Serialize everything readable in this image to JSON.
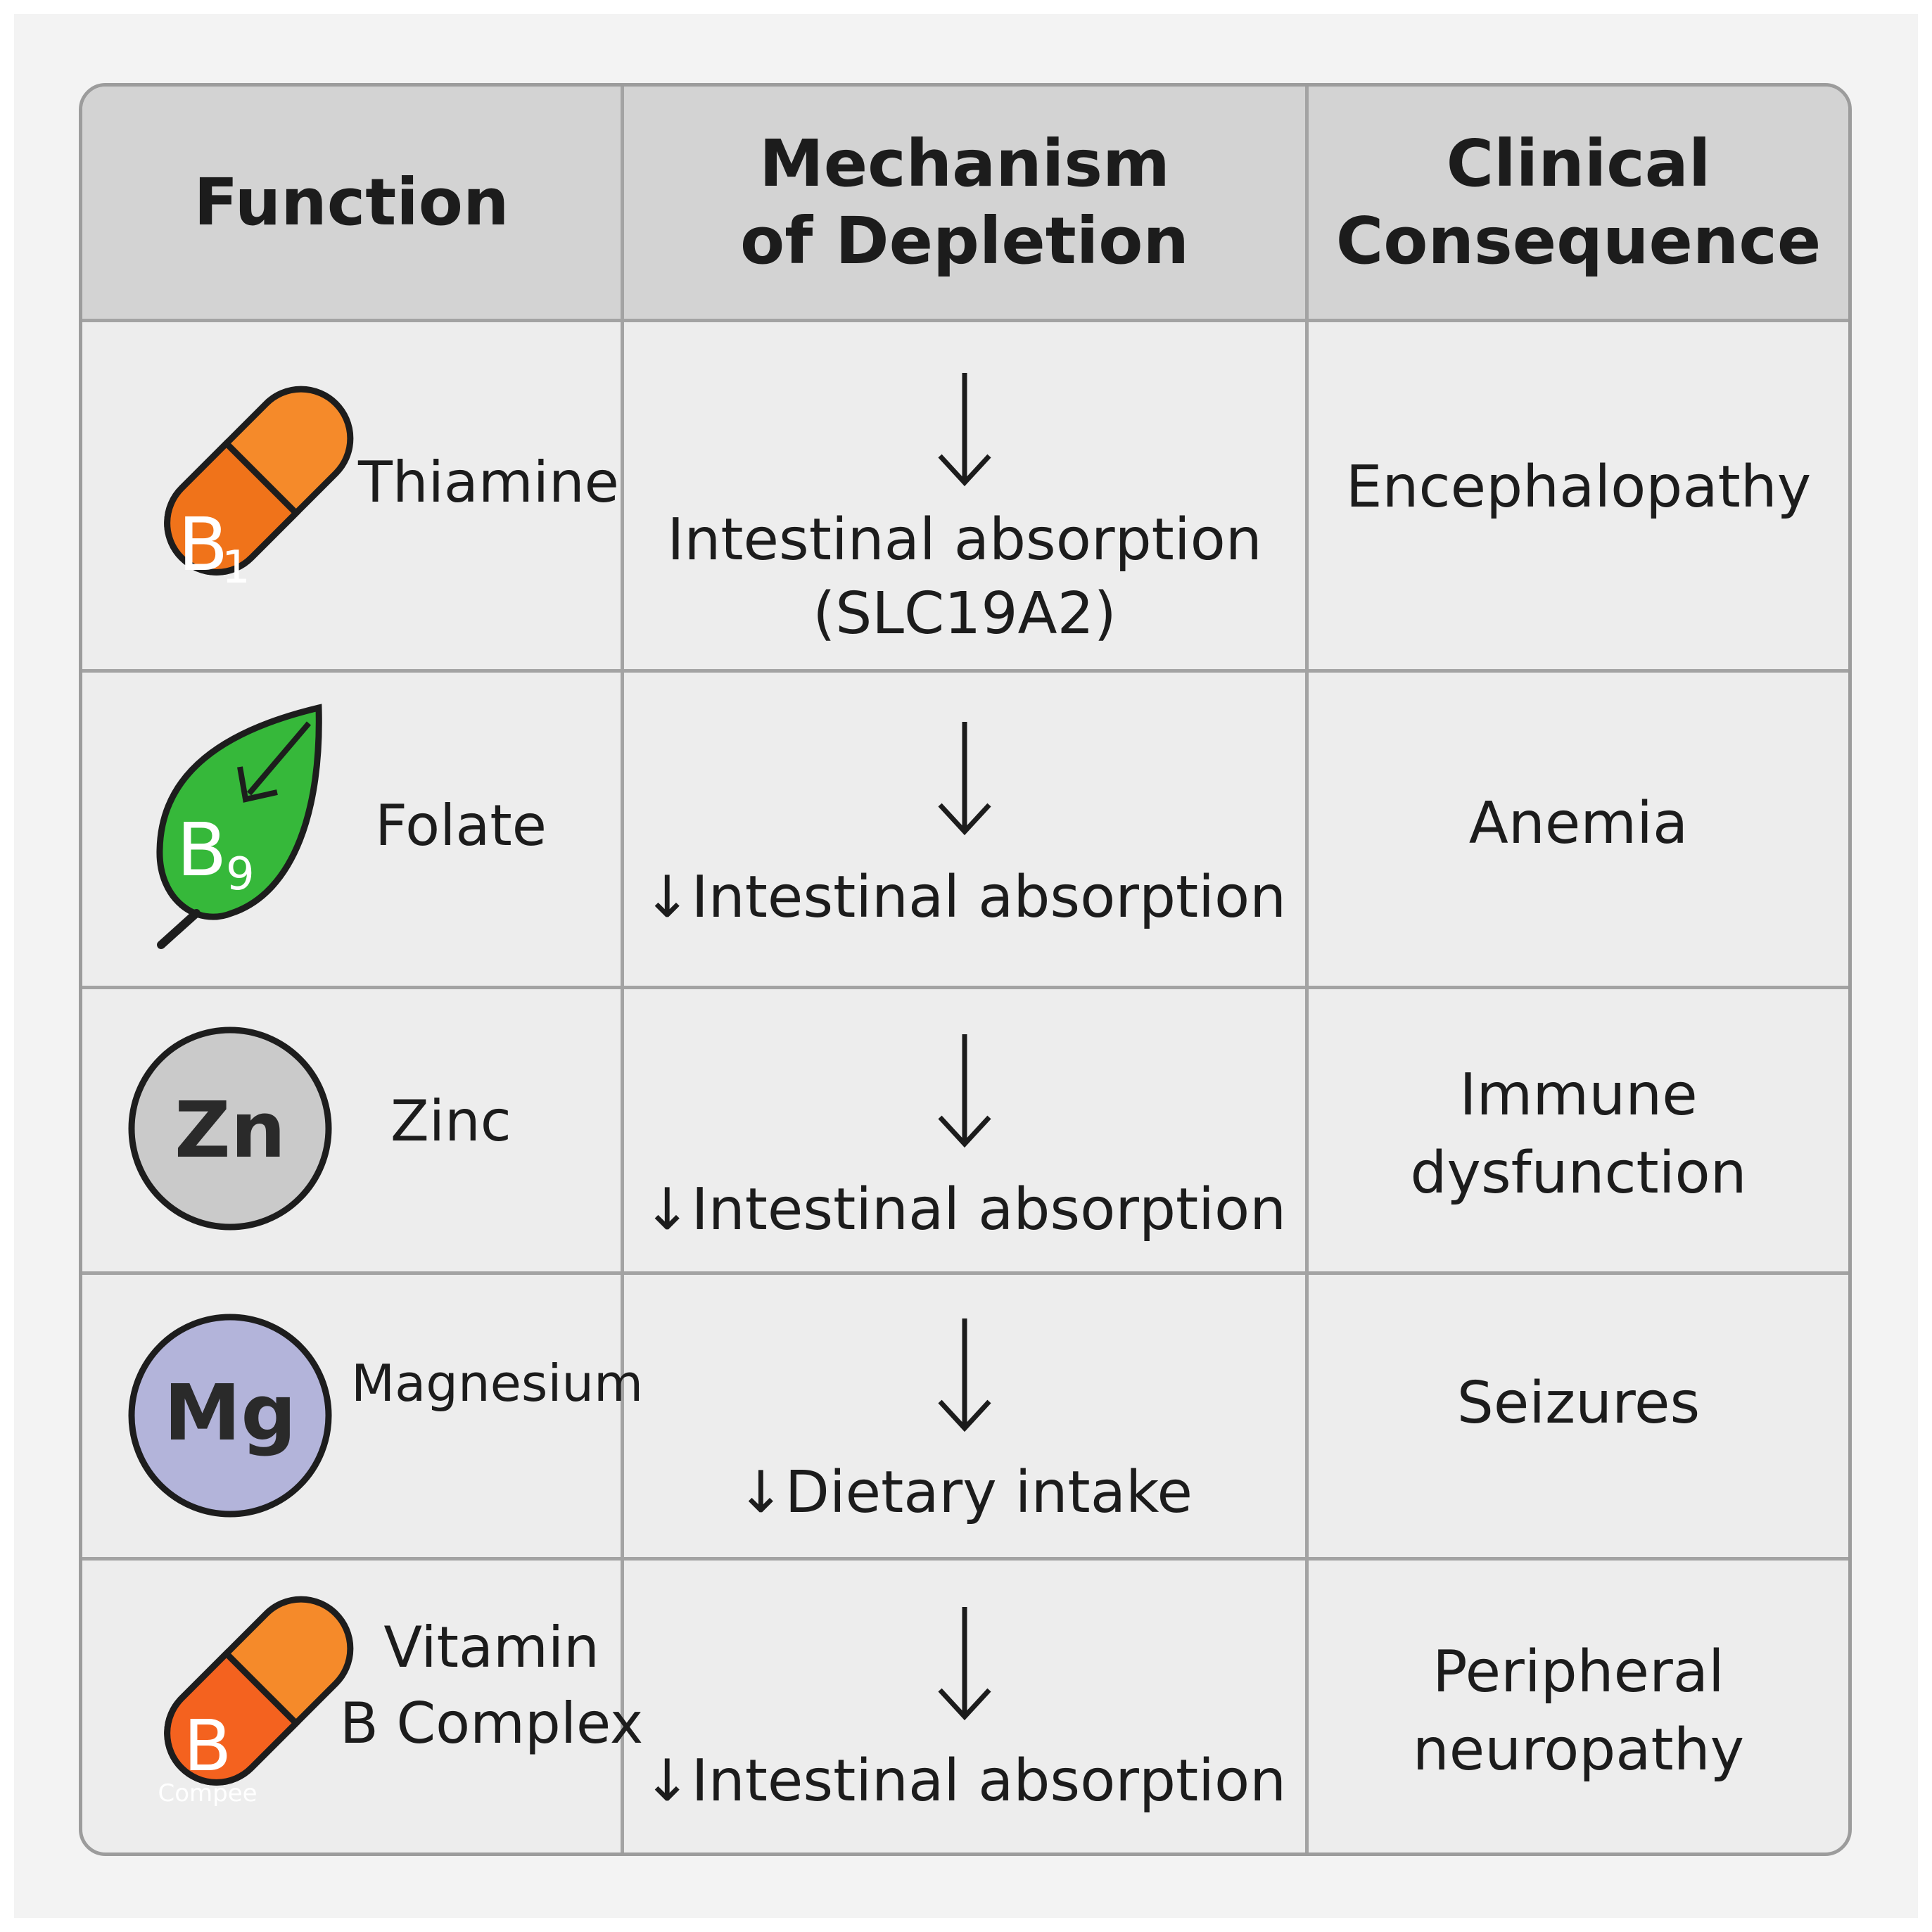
{
  "header": {
    "col1": "Function",
    "col2_line1": "Mechanism",
    "col2_line2": "of Depletion",
    "col3_line1": "Clinical",
    "col3_line2": "Consequence"
  },
  "rows": [
    {
      "nutrient": "Thiamine",
      "icon": {
        "type": "capsule-icon",
        "label": "B",
        "sub": "1",
        "color": "#f47a1f"
      },
      "mechanism_line1": "Intestinal absorption",
      "mechanism_line2": "(SLC19A2)",
      "consequence_line1": "Encephalopathy"
    },
    {
      "nutrient": "Folate",
      "icon": {
        "type": "leaf-icon",
        "label": "B",
        "sub": "9",
        "color": "#2fb52f"
      },
      "mechanism_line1": "↓Intestinal absorption",
      "consequence_line1": "Anemia"
    },
    {
      "nutrient": "Zinc",
      "icon": {
        "type": "coin-icon",
        "label": "Zn",
        "color": "#c8c8c8"
      },
      "mechanism_line1": "↓Intestinal absorption",
      "consequence_line1": "Immune",
      "consequence_line2": "dysfunction"
    },
    {
      "nutrient": "Magnesium",
      "icon": {
        "type": "coin-icon",
        "label": "Mg",
        "color": "#b1b2d9"
      },
      "mechanism_line1": "↓Dietary intake",
      "consequence_line1": "Seizures"
    },
    {
      "nutrient_line1": "Vitamin",
      "nutrient_line2": "B Complex",
      "icon": {
        "type": "capsule-icon",
        "label": "B",
        "sub_text": "Compee",
        "color": "#f4621f"
      },
      "mechanism_line1": "↓Intestinal absorption",
      "consequence_line1": "Peripheral",
      "consequence_line2": "neuropathy"
    }
  ]
}
